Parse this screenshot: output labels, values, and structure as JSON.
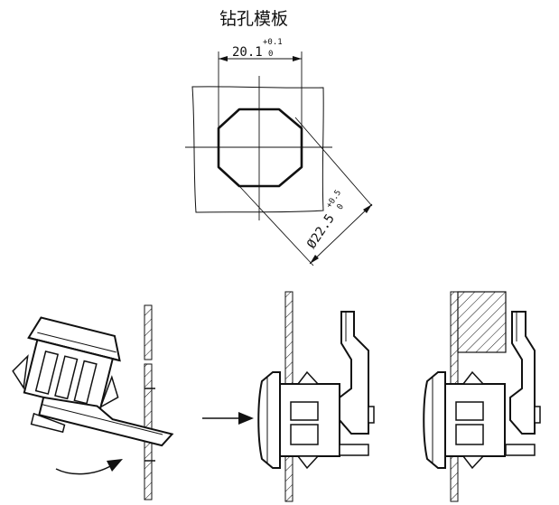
{
  "template": {
    "title": "钻孔模板",
    "width_value": "20.1",
    "width_tol_upper": "+0.1",
    "width_tol_lower": "0",
    "diameter_value": "Ø22.5",
    "diameter_tol_upper": "+0.5",
    "diameter_tol_lower": "0"
  },
  "colors": {
    "stroke": "#111111",
    "background": "#ffffff"
  }
}
